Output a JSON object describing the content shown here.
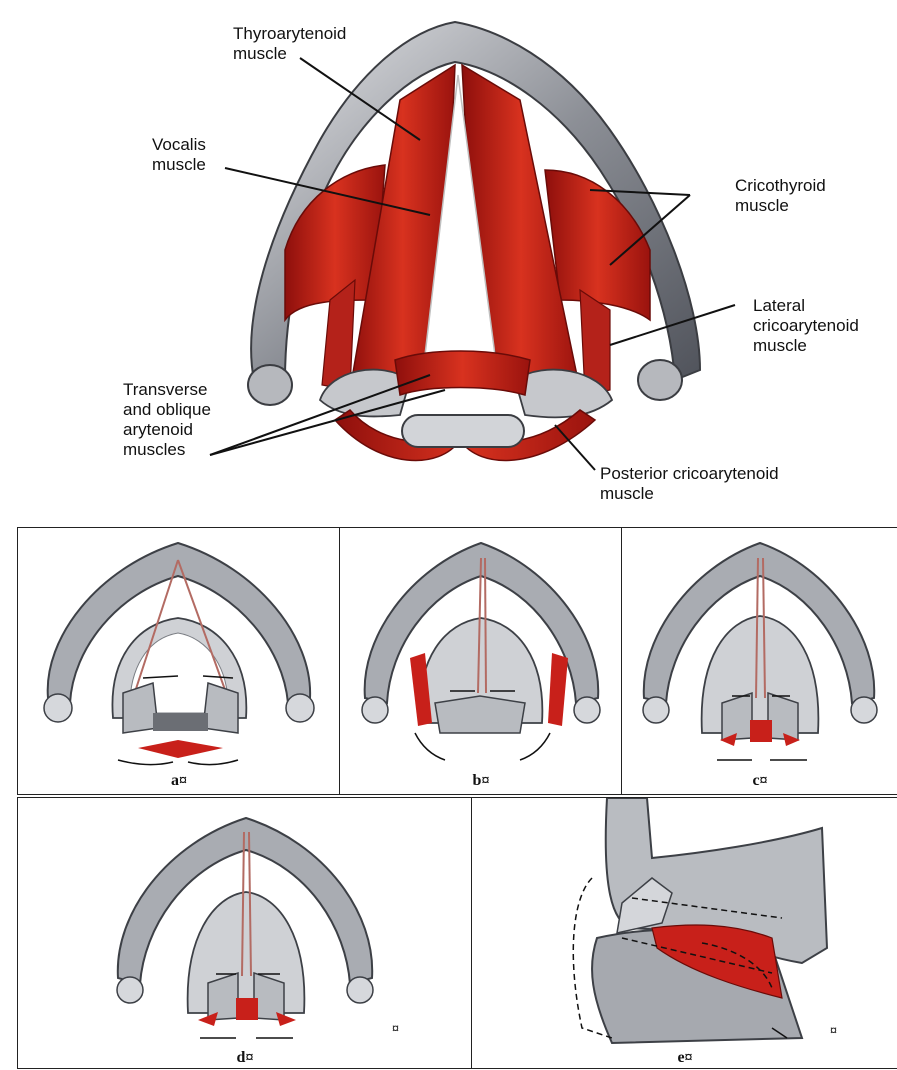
{
  "labels": {
    "thyroarytenoid": "Thyroarytenoid\nmuscle",
    "vocalis": "Vocalis\nmuscle",
    "cricothyroid": "Cricothyroid\nmuscle",
    "lateral": "Lateral\ncricoarytenoid\nmuscle",
    "transverse": "Transverse\nand oblique\narytenoid\nmuscles",
    "posterior": "Posterior cricoarytenoid\nmuscle"
  },
  "panels": [
    {
      "caption": "a¤"
    },
    {
      "caption": "b¤"
    },
    {
      "caption": "c¤"
    },
    {
      "caption": "d¤",
      "mark": "¤"
    },
    {
      "caption": "e¤",
      "mark": "¤"
    }
  ],
  "colors": {
    "muscle": "#c8201a",
    "cartilage": "#8a8d93",
    "cartilage_light": "#d9dadd"
  }
}
